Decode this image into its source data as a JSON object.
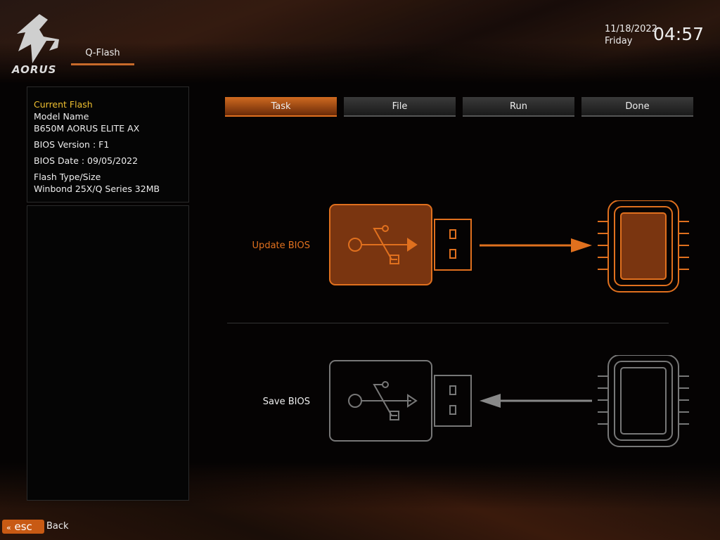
{
  "header": {
    "brand": "AORUS",
    "tab": "Q-Flash",
    "date": "11/18/2022",
    "day": "Friday",
    "time": "04:57"
  },
  "info": {
    "heading": "Current Flash",
    "model_label": "Model Name",
    "model": "B650M AORUS ELITE AX",
    "bios_version": "BIOS Version : F1",
    "bios_date": "BIOS Date : 09/05/2022",
    "flash_label": "Flash Type/Size",
    "flash": "Winbond 25X/Q Series  32MB"
  },
  "tabs": [
    "Task",
    "File",
    "Run",
    "Done"
  ],
  "actions": {
    "update": "Update BIOS",
    "save": "Save BIOS"
  },
  "footer": {
    "esc": "esc",
    "back": "Back"
  },
  "colors": {
    "accent": "#e0701e",
    "muted": "#8a8a8a"
  }
}
